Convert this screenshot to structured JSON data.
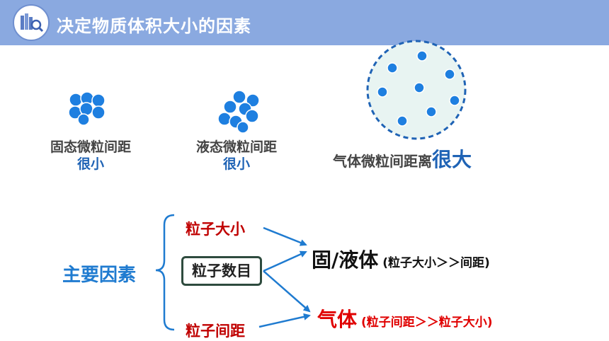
{
  "header": {
    "title": "决定物质体积大小的因素",
    "logo_icon": "books-magnifier-icon"
  },
  "states": {
    "solid": {
      "label": "固态微粒间距",
      "emphasis": "很小"
    },
    "liquid": {
      "label": "液态微粒间距",
      "emphasis": "很小"
    },
    "gas": {
      "label": "气体微粒间距离",
      "emphasis": "很大"
    }
  },
  "factors": {
    "main": "主要因素",
    "size": "粒子大小",
    "count": "粒子数目",
    "distance": "粒子间距"
  },
  "results": {
    "solid_liquid": {
      "label": "固/液体",
      "note": "(粒子大小＞＞间距)"
    },
    "gas": {
      "label": "气体",
      "note": "(粒子间距＞＞粒子大小)"
    }
  },
  "colors": {
    "header_bg": "#8aa9e0",
    "particle": "#1e7fe0",
    "emphasis_blue": "#1f63b5",
    "factor_red": "#c00000",
    "gas_red": "#e00000",
    "main_blue": "#1f7bd0"
  }
}
